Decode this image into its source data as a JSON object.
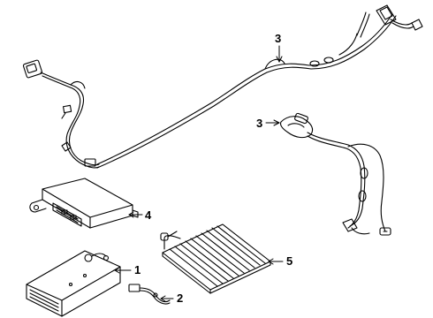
{
  "callouts": [
    {
      "id": "1",
      "label": "1"
    },
    {
      "id": "2",
      "label": "2"
    },
    {
      "id": "3a",
      "label": "3"
    },
    {
      "id": "3b",
      "label": "3"
    },
    {
      "id": "4",
      "label": "4"
    },
    {
      "id": "5",
      "label": "5"
    }
  ],
  "colors": {
    "line": "#000000",
    "background": "#ffffff"
  }
}
